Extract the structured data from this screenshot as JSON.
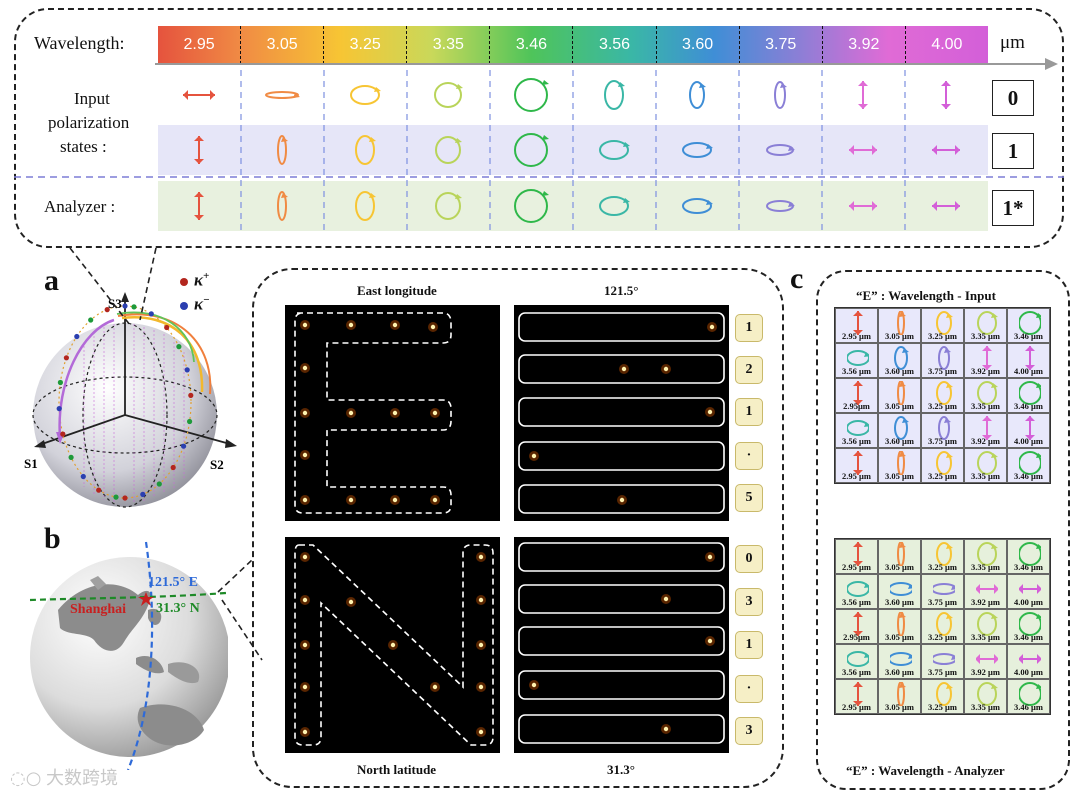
{
  "top_panel": {
    "wavelength_label": "Wavelength:",
    "unit": "μm",
    "wavelengths": [
      "2.95",
      "3.05",
      "3.25",
      "3.35",
      "3.46",
      "3.56",
      "3.60",
      "3.75",
      "3.92",
      "4.00"
    ],
    "input_label_lines": [
      "Input",
      "polarization",
      "states :"
    ],
    "analyzer_label": "Analyzer :",
    "state_labels": [
      "0",
      "1",
      "1*"
    ]
  },
  "panel_labels": {
    "a": "a",
    "b": "b",
    "c": "c"
  },
  "sphere": {
    "axes": [
      "S1",
      "S2",
      "S3"
    ],
    "legend": [
      {
        "symbol": "κ",
        "sup": "+",
        "color": "#b3261e"
      },
      {
        "symbol": "κ",
        "sup": "−",
        "color": "#2b3fb0"
      }
    ]
  },
  "globe": {
    "city": "Shanghai",
    "longitude_label": "121.5° E",
    "latitude_label": "31.3° N"
  },
  "middle": {
    "top_left_title": "East longitude",
    "top_right_title": "121.5°",
    "bottom_left_title": "North latitude",
    "bottom_right_title": "31.3°",
    "top_digits": [
      "1",
      "2",
      "1",
      "·",
      "5"
    ],
    "bottom_digits": [
      "0",
      "3",
      "1",
      "·",
      "3"
    ]
  },
  "right_panel": {
    "title_top": "“E” : Wavelength - Input",
    "title_bottom": "“E” : Wavelength - Analyzer",
    "grid_labels": [
      [
        "2.95 μm",
        "3.05 μm",
        "3.25 μm",
        "3.35 μm",
        "3.46 μm"
      ],
      [
        "3.56 μm",
        "3.60 μm",
        "3.75 μm",
        "3.92 μm",
        "4.00 μm"
      ],
      [
        "2.95μm",
        "3.05 μm",
        "3.25 μm",
        "3.35 μm",
        "3.46 μm"
      ],
      [
        "3.56 μm",
        "3.60 μm",
        "3.75 μm",
        "3.92 μm",
        "4.00 μm"
      ],
      [
        "2.95 μm",
        "3.05 μm",
        "3.25 μm",
        "3.35 μm",
        "3.46 μm"
      ]
    ]
  },
  "colors": {
    "wl": [
      "#e5533e",
      "#f08b44",
      "#f7c534",
      "#b9d45a",
      "#2fb84a",
      "#3ab7a6",
      "#3f8ed6",
      "#8a7fd6",
      "#e06bd6",
      "#d35fd8"
    ],
    "input_band": "#e6e6f8",
    "analyzer_band": "#e8f1df",
    "grid_top_bg": "#e8e8fb",
    "grid_bottom_bg": "#e6f0dc"
  },
  "watermark": "大数跨境"
}
